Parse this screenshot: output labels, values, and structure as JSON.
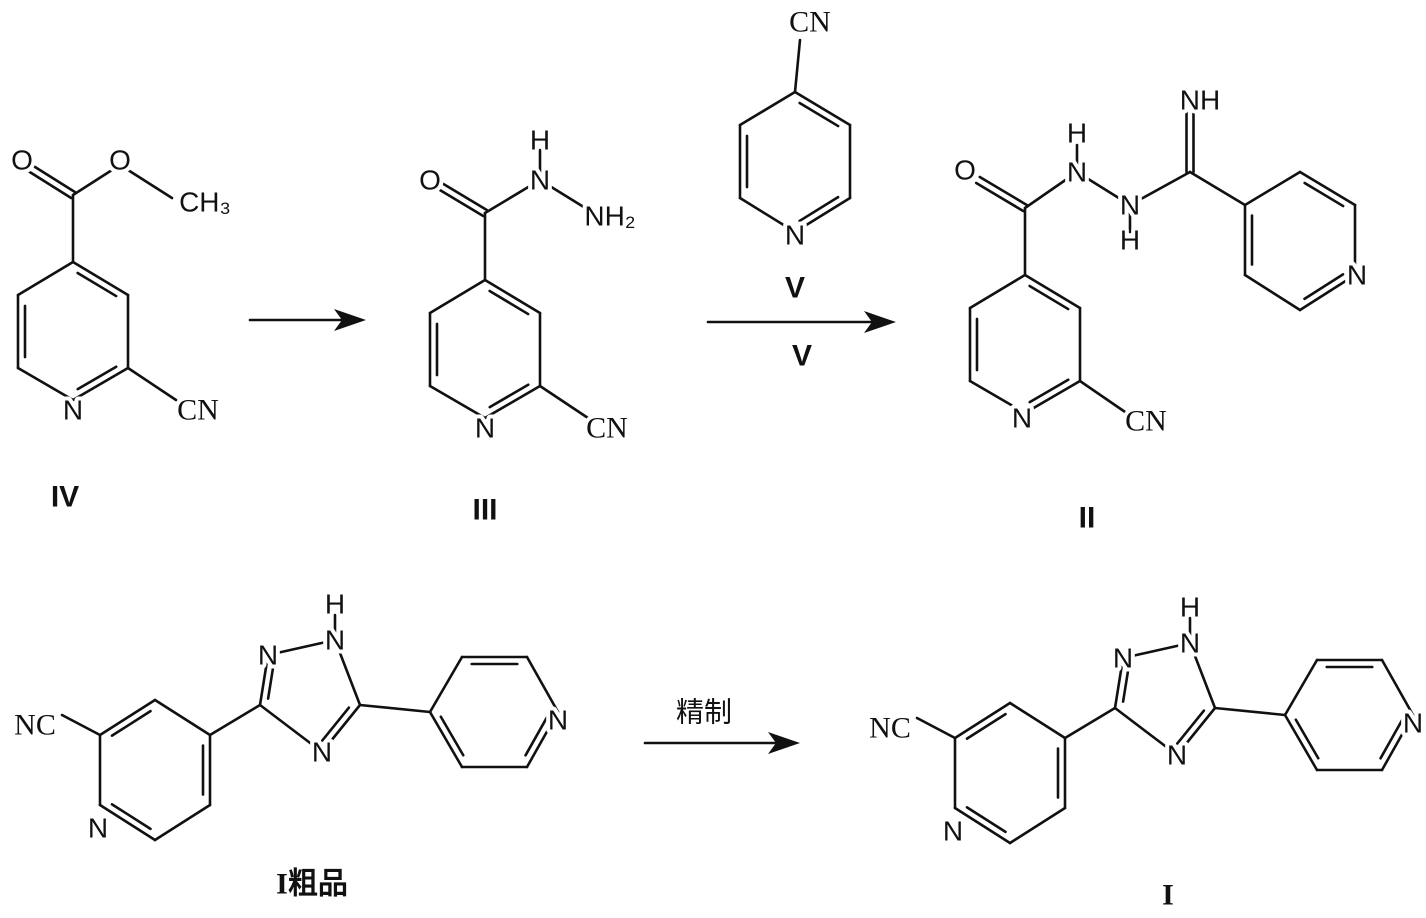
{
  "title": "Synthesis scheme",
  "compounds": {
    "iv": {
      "label": "IV",
      "o_carbonyl": "O",
      "o_ester": "O",
      "methyl": "CH₃",
      "n_ring": "N",
      "cyano": "CN"
    },
    "iii": {
      "label": "III",
      "o_carbonyl": "O",
      "nh_n": "N",
      "nh_h": "H",
      "nh2": "NH₂",
      "n_ring": "N",
      "cyano": "CN"
    },
    "v": {
      "label": "V",
      "cyano": "CN",
      "n_ring": "N"
    },
    "ii": {
      "label": "II",
      "o_carbonyl": "O",
      "n1": "N",
      "n1_h": "H",
      "n2": "N",
      "n2_h": "H",
      "imine": "NH",
      "n_ring": "N",
      "n_ring2": "N",
      "cyano": "CN"
    },
    "i_crude": {
      "label": "I粗品",
      "cyano": "NC",
      "n_ring": "N",
      "triazole_n2": "N",
      "triazole_n1": "N",
      "triazole_h": "H",
      "triazole_n4": "N",
      "n_ring2": "N"
    },
    "i": {
      "label": "I",
      "cyano": "NC",
      "n_ring": "N",
      "triazole_n2": "N",
      "triazole_n1": "N",
      "triazole_h": "H",
      "triazole_n4": "N",
      "n_ring2": "N"
    }
  },
  "arrows": {
    "step1": "",
    "step2": "V",
    "step3": "精制"
  }
}
